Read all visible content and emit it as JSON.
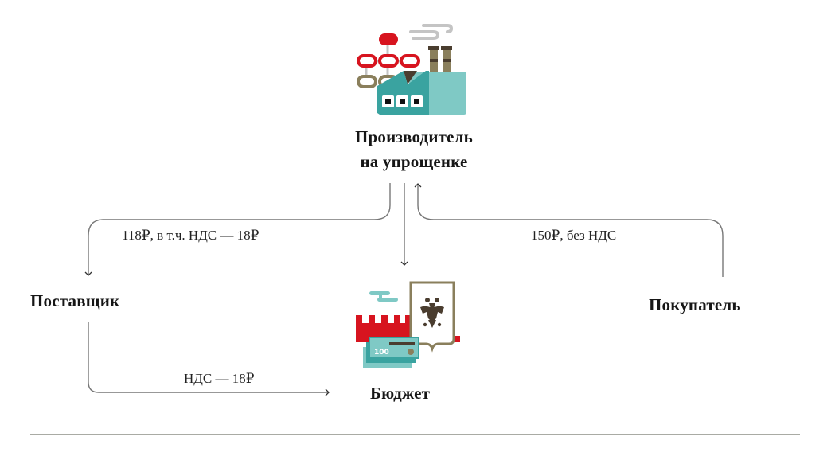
{
  "diagram": {
    "nodes": {
      "producer": {
        "label_line1": "Производитель",
        "label_line2": "на упрощенке",
        "icon": "factory-icon"
      },
      "supplier": {
        "label": "Поставщик"
      },
      "buyer": {
        "label": "Покупатель"
      },
      "budget": {
        "label": "Бюджет",
        "icon": "budget-icon"
      }
    },
    "edges": {
      "producer_to_supplier": {
        "label": "118₽, в т.ч. НДС — 18₽",
        "from": "producer",
        "to": "supplier"
      },
      "buyer_to_producer": {
        "label": "150₽, без НДС",
        "from": "buyer",
        "to": "producer"
      },
      "producer_to_budget": {
        "label": "",
        "from": "producer",
        "to": "budget"
      },
      "supplier_to_budget": {
        "label": "НДС — 18₽",
        "from": "supplier",
        "to": "budget"
      }
    },
    "budget_icon_banknote_text": "100"
  },
  "colors": {
    "teal": "#3aa3a0",
    "light_teal": "#7fc9c5",
    "red": "#d7141f",
    "olive": "#8a7f5c",
    "dark_brown": "#4a3d2f",
    "grey_smoke": "#bdbdbd",
    "arrow": "#6e6e6e",
    "divider": "#a9aba4"
  }
}
